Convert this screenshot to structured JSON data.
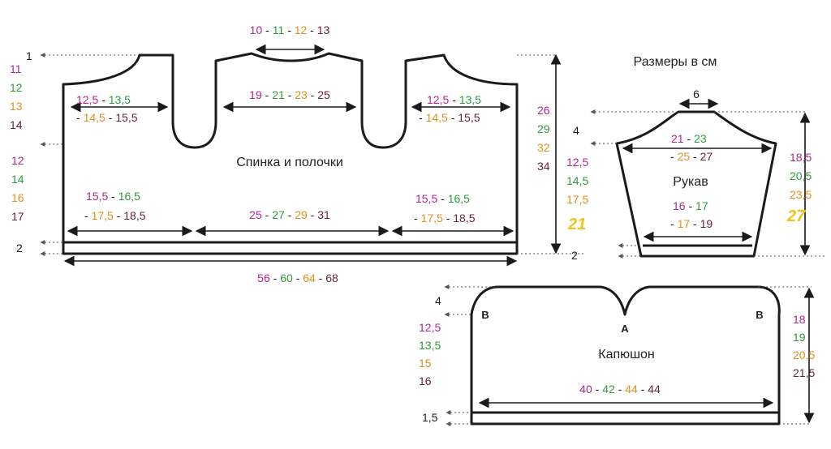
{
  "colors": {
    "size1": "#b0288f",
    "size2": "#2e9a3e",
    "size3": "#e0901c",
    "size4": "#6a2238",
    "ink": "#1b1b1b",
    "dash": "#555555",
    "handwriting": "#f0c419"
  },
  "title_units": "Размеры в см",
  "back": {
    "label": "Спинка и полочки",
    "neck_top": [
      "10",
      "11",
      "12",
      "13"
    ],
    "mid_center": [
      "19",
      "21",
      "23",
      "25"
    ],
    "mid_left": [
      "12,5",
      "13,5",
      "14,5",
      "15,5"
    ],
    "mid_right": [
      "12,5",
      "13,5",
      "14,5",
      "15,5"
    ],
    "bottom_left": [
      "15,5",
      "16,5",
      "17,5",
      "18,5"
    ],
    "bottom_center": [
      "25",
      "27",
      "29",
      "31"
    ],
    "bottom_right": [
      "15,5",
      "16,5",
      "17,5",
      "18,5"
    ],
    "total_width": [
      "56",
      "60",
      "64",
      "68"
    ],
    "left_top": "1",
    "left_armhole": [
      "11",
      "12",
      "13",
      "14"
    ],
    "left_body": [
      "12",
      "14",
      "16",
      "17"
    ],
    "left_rib": "2",
    "right_length": [
      "26",
      "29",
      "32",
      "34"
    ]
  },
  "sleeve": {
    "label": "Рукав",
    "top_width": "6",
    "cap_width": [
      "21",
      "23",
      "25",
      "27"
    ],
    "bottom_width": [
      "16",
      "17",
      "17",
      "19"
    ],
    "left_cap": "4",
    "left_body": [
      "12,5",
      "14,5",
      "17,5"
    ],
    "left_handwritten": "21",
    "left_rib": "2",
    "right_length": [
      "18,5",
      "20,5",
      "23,5"
    ],
    "right_handwritten": "27"
  },
  "hood": {
    "label": "Капюшон",
    "point_a": "A",
    "point_b_left": "B",
    "point_b_right": "B",
    "width": [
      "40",
      "42",
      "44",
      "44"
    ],
    "left_top": "4",
    "left_body": [
      "12,5",
      "13,5",
      "15",
      "16"
    ],
    "left_rib": "1,5",
    "right_height": [
      "18",
      "19",
      "20,5",
      "21,5"
    ]
  }
}
